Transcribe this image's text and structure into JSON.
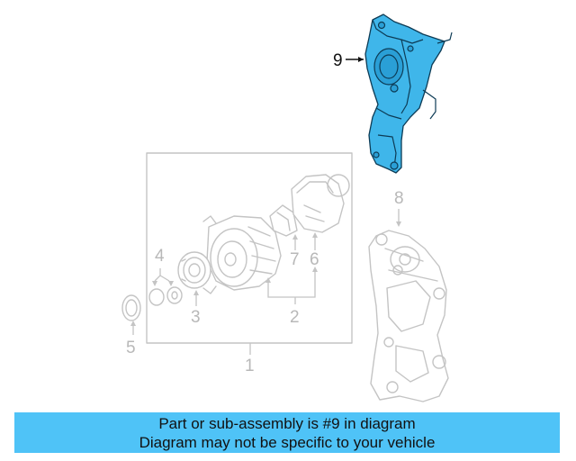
{
  "callouts": {
    "c1": "1",
    "c2": "2",
    "c3": "3",
    "c4": "4",
    "c5": "5",
    "c6": "6",
    "c7": "7",
    "c8": "8",
    "c9": "9"
  },
  "highlight_color": "#3fb6ea",
  "banner": {
    "line1": "Part or sub-assembly is #9 in diagram",
    "line2": "Diagram may not be specific to your vehicle",
    "background": "#4fc3f7"
  }
}
